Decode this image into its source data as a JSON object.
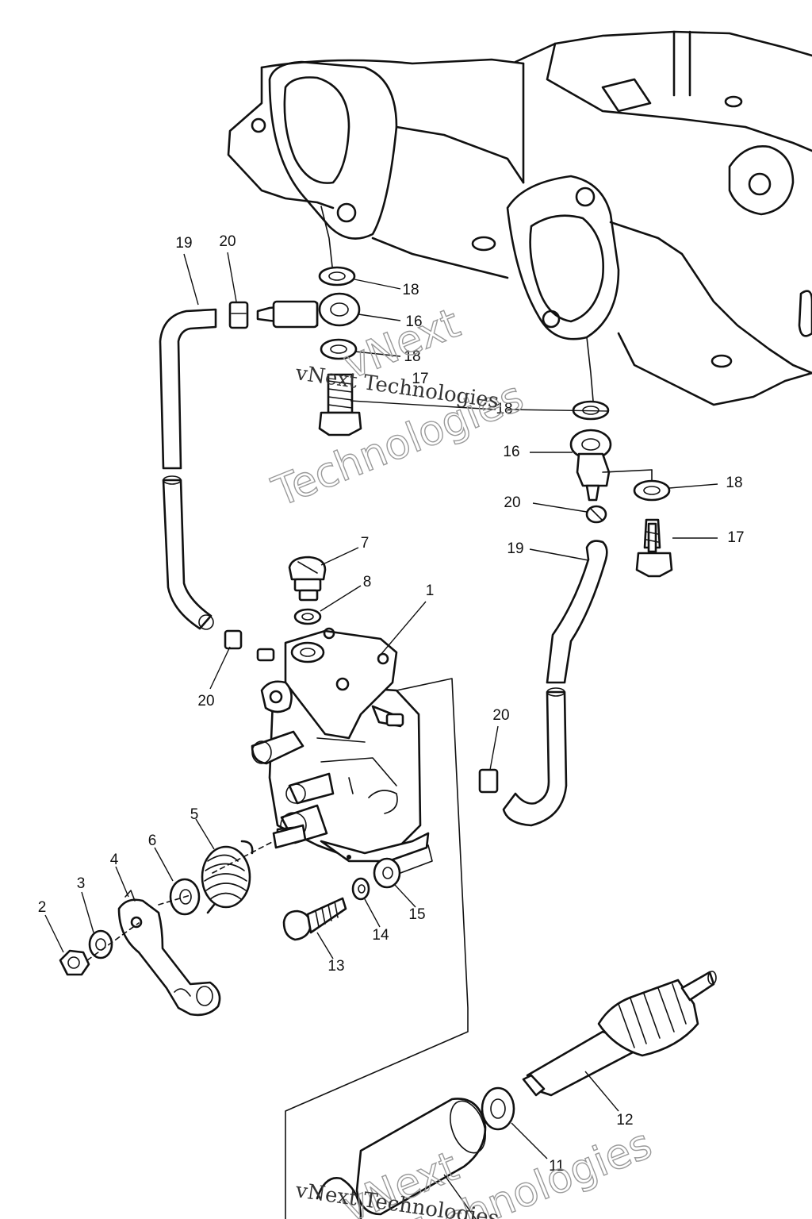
{
  "callouts": [
    {
      "id": "c19a",
      "text": "19"
    },
    {
      "id": "c20a",
      "text": "20"
    },
    {
      "id": "c18a",
      "text": "18"
    },
    {
      "id": "c16a",
      "text": "16"
    },
    {
      "id": "c18b",
      "text": "18"
    },
    {
      "id": "c17a",
      "text": "17"
    },
    {
      "id": "c18c",
      "text": "18"
    },
    {
      "id": "c16b",
      "text": "16"
    },
    {
      "id": "c18d",
      "text": "18"
    },
    {
      "id": "c20b",
      "text": "20"
    },
    {
      "id": "c17b",
      "text": "17"
    },
    {
      "id": "c19b",
      "text": "19"
    },
    {
      "id": "c7",
      "text": "7"
    },
    {
      "id": "c8",
      "text": "8"
    },
    {
      "id": "c1",
      "text": "1"
    },
    {
      "id": "c20c",
      "text": "20"
    },
    {
      "id": "c20d",
      "text": "20"
    },
    {
      "id": "c5",
      "text": "5"
    },
    {
      "id": "c6",
      "text": "6"
    },
    {
      "id": "c4",
      "text": "4"
    },
    {
      "id": "c3",
      "text": "3"
    },
    {
      "id": "c2",
      "text": "2"
    },
    {
      "id": "c13",
      "text": "13"
    },
    {
      "id": "c14",
      "text": "14"
    },
    {
      "id": "c15",
      "text": "15"
    },
    {
      "id": "c12",
      "text": "12"
    },
    {
      "id": "c11",
      "text": "11"
    }
  ],
  "watermarks": [
    {
      "id": "wm1-line1",
      "text": "vNext"
    },
    {
      "id": "wm1-line2",
      "text": "Technologies"
    },
    {
      "id": "wm1-small",
      "text": "vNext Technologies"
    },
    {
      "id": "wm2-line1",
      "text": "vNext"
    },
    {
      "id": "wm2-line2",
      "text": "Technologies"
    },
    {
      "id": "wm2-small",
      "text": "vNext Technologies"
    }
  ]
}
